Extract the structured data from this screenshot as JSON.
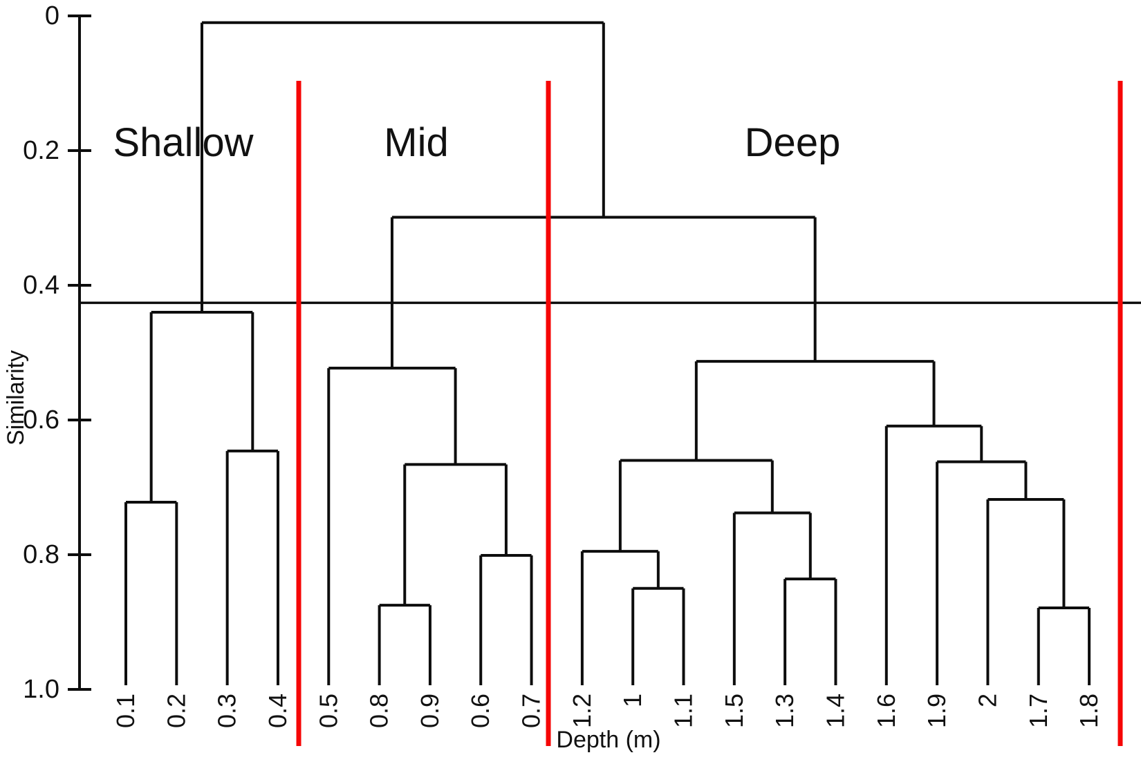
{
  "figure": {
    "description": "Cluster dendrogram of samples by depth",
    "background_color": "#ffffff"
  },
  "chart_data": {
    "type": "dendrogram",
    "orientation": "top-down",
    "title": "",
    "ylabel": "Similarity",
    "xlabel": "Depth (m)",
    "y_axis": {
      "min": 0,
      "max": 1.0,
      "tick_values": [
        0,
        0.2,
        0.4,
        0.6,
        0.8,
        1.0
      ],
      "tick_labels": [
        "0",
        "0.2",
        "0.4",
        "0.6",
        "0.8",
        "1.0"
      ]
    },
    "leaves": [
      "0.1",
      "0.2",
      "0.3",
      "0.4",
      "0.5",
      "0.8",
      "0.9",
      "0.6",
      "0.7",
      "1.2",
      "1",
      "1.1",
      "1.5",
      "1.3",
      "1.4",
      "1.6",
      "1.9",
      "2",
      "1.7",
      "1.8"
    ],
    "tree": {
      "h": 0.01,
      "children": [
        {
          "h": 0.44,
          "children": [
            {
              "h": 0.722,
              "children": [
                {
                  "leaf": "0.1"
                },
                {
                  "leaf": "0.2"
                }
              ]
            },
            {
              "h": 0.646,
              "children": [
                {
                  "leaf": "0.3"
                },
                {
                  "leaf": "0.4"
                }
              ]
            }
          ]
        },
        {
          "h": 0.299,
          "children": [
            {
              "h": 0.523,
              "children": [
                {
                  "leaf": "0.5"
                },
                {
                  "h": 0.666,
                  "children": [
                    {
                      "h": 0.875,
                      "children": [
                        {
                          "leaf": "0.8"
                        },
                        {
                          "leaf": "0.9"
                        }
                      ]
                    },
                    {
                      "h": 0.801,
                      "children": [
                        {
                          "leaf": "0.6"
                        },
                        {
                          "leaf": "0.7"
                        }
                      ]
                    }
                  ]
                }
              ]
            },
            {
              "h": 0.513,
              "children": [
                {
                  "h": 0.66,
                  "children": [
                    {
                      "h": 0.795,
                      "children": [
                        {
                          "leaf": "1.2"
                        },
                        {
                          "h": 0.85,
                          "children": [
                            {
                              "leaf": "1"
                            },
                            {
                              "leaf": "1.1"
                            }
                          ]
                        }
                      ]
                    },
                    {
                      "h": 0.738,
                      "children": [
                        {
                          "leaf": "1.5"
                        },
                        {
                          "h": 0.836,
                          "children": [
                            {
                              "leaf": "1.3"
                            },
                            {
                              "leaf": "1.4"
                            }
                          ]
                        }
                      ]
                    }
                  ]
                },
                {
                  "h": 0.609,
                  "children": [
                    {
                      "leaf": "1.6"
                    },
                    {
                      "h": 0.662,
                      "children": [
                        {
                          "leaf": "1.9"
                        },
                        {
                          "h": 0.718,
                          "children": [
                            {
                              "leaf": "2"
                            },
                            {
                              "h": 0.879,
                              "children": [
                                {
                                  "leaf": "1.7"
                                },
                                {
                                  "leaf": "1.8"
                                }
                              ]
                            }
                          ]
                        }
                      ]
                    }
                  ]
                }
              ]
            }
          ]
        }
      ]
    },
    "threshold_line_similarity": 0.426,
    "cluster_zones": [
      {
        "label": "Shallow",
        "leaves": [
          "0.1",
          "0.2",
          "0.3",
          "0.4"
        ]
      },
      {
        "label": "Mid",
        "leaves": [
          "0.5",
          "0.8",
          "0.9",
          "0.6",
          "0.7"
        ]
      },
      {
        "label": "Deep",
        "leaves": [
          "1.2",
          "1",
          "1.1",
          "1.5",
          "1.3",
          "1.4",
          "1.6",
          "1.9",
          "2",
          "1.7",
          "1.8"
        ]
      }
    ],
    "colors": {
      "line": "#0d0d0d",
      "separator": "#f60606",
      "text": "#111111"
    },
    "layout_hints": {
      "grid": false,
      "legend": "none",
      "separator_count": 3
    }
  }
}
